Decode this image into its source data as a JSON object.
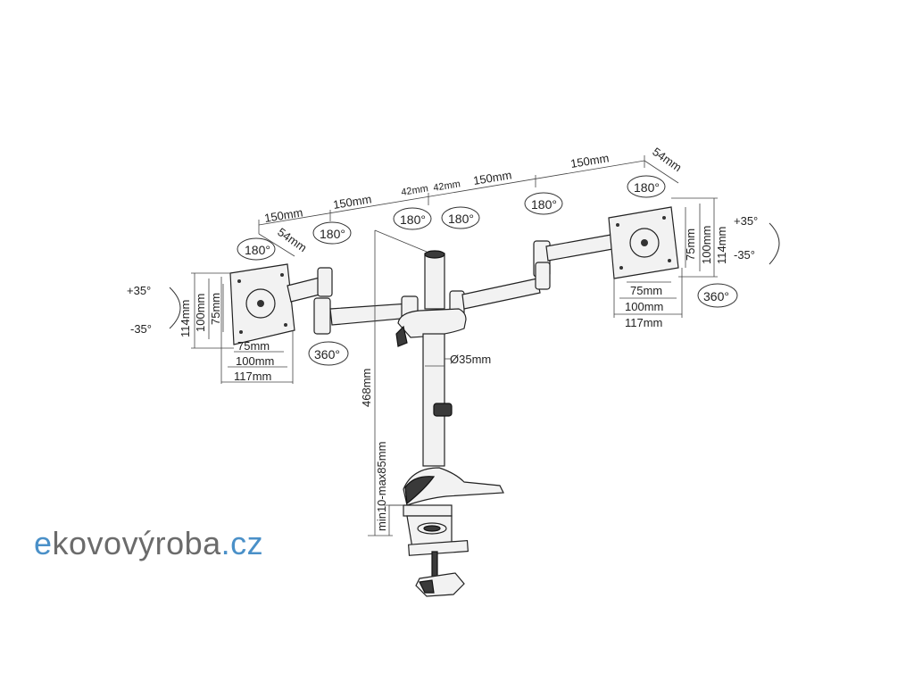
{
  "top_dims": {
    "left_150": "150mm",
    "mid_150_left": "150mm",
    "mid_150_right": "150mm",
    "right_150": "150mm",
    "tube_42_left": "42mm",
    "tube_42_right": "42mm",
    "left_54": "54mm",
    "right_54": "54mm"
  },
  "rotations": {
    "r180_1": "180°",
    "r180_2": "180°",
    "r180_3": "180°",
    "r180_4": "180°",
    "r180_5": "180°",
    "r180_6": "180°",
    "r360_left": "360°",
    "r360_right": "360°"
  },
  "tilt": {
    "left_plus": "+35°",
    "left_minus": "-35°",
    "right_plus": "+35°",
    "right_minus": "-35°"
  },
  "left_plate": {
    "w75": "75mm",
    "w100": "100mm",
    "w117": "117mm",
    "h114": "114mm",
    "h100": "100mm",
    "h75": "75mm"
  },
  "right_plate": {
    "w75": "75mm",
    "w100": "100mm",
    "w117": "117mm",
    "h114": "114mm",
    "h100": "100mm",
    "h75": "75mm"
  },
  "pole": {
    "diameter": "Ø35mm",
    "height": "468mm",
    "clamp": "min10-max85mm"
  },
  "logo": {
    "e": "e",
    "main": "kovovýroba",
    "tld": ".cz"
  }
}
